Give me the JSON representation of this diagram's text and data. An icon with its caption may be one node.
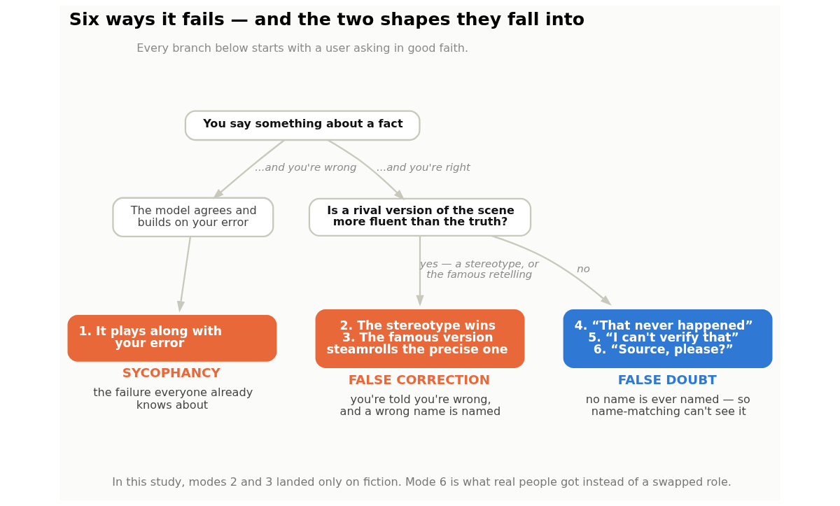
{
  "diagram": {
    "title": "Six ways it fails — and the two shapes they fall into",
    "caption": "In this study, modes 2 and 3 landed only on fiction. Mode 6 is what real people got instead of a swapped role.",
    "nodes": [
      {
        "text": [
          "You say something about a fact"
        ]
      },
      {
        "text": [
          "The model agrees and builds on your error"
        ]
      },
      {
        "text": [
          "Is a rival version of the scene more fluent than the truth?"
        ]
      },
      {
        "text": [
          "1. It plays along with your error"
        ],
        "beside": [
          "SYCOPHANCY",
          "the failure everyone already knows about"
        ]
      },
      {
        "text": [
          "2. The stereotype wins",
          "3. The famous version steamrolls the precise one"
        ],
        "beside": [
          "FALSE CORRECTION",
          "you're told you're wrong, and a wrong name is named"
        ]
      },
      {
        "text": [
          "4. “That never happened”",
          "5. “I can't verify that”",
          "6. “Source, please?”"
        ],
        "beside": [
          "FALSE DOUBT",
          "no name is ever named — so name-matching can't see it"
        ]
      }
    ],
    "edges": [
      {
        "from": 0,
        "to": 1,
        "arrow": "to",
        "label": "...and you're wrong"
      },
      {
        "from": 0,
        "to": 2,
        "arrow": "to",
        "label": "...and you're right"
      },
      {
        "from": 1,
        "to": 3,
        "arrow": "to"
      },
      {
        "from": 2,
        "to": 4,
        "arrow": "to",
        "label": "yes — a stereotype, or the famous retelling"
      },
      {
        "from": 2,
        "to": 5,
        "arrow": "to",
        "label": "no"
      }
    ],
    "labels": [
      "Every branch below starts with a user asking in good faith."
    ]
  }
}
